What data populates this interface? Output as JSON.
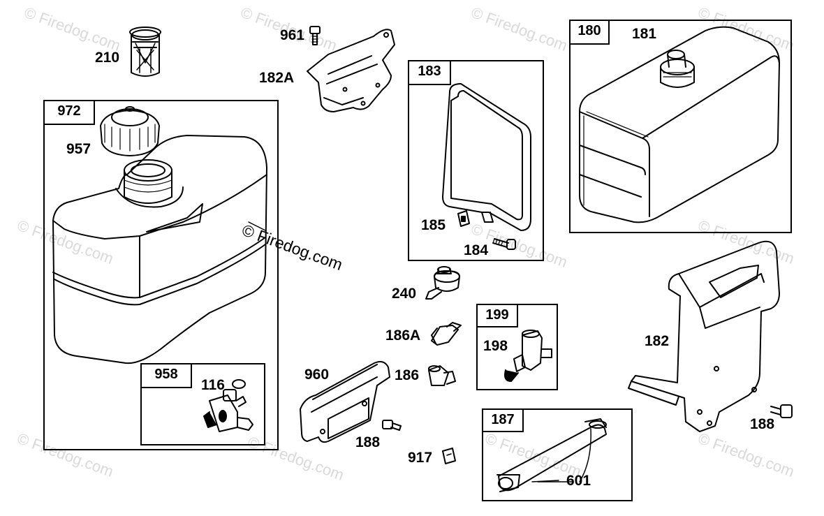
{
  "watermark": {
    "text": "© Firedog.com",
    "main_text": "© Firedog.com"
  },
  "groups": [
    {
      "id": "972",
      "label": "972"
    },
    {
      "id": "958",
      "label": "958"
    },
    {
      "id": "183",
      "label": "183"
    },
    {
      "id": "180",
      "label": "180"
    },
    {
      "id": "199",
      "label": "199"
    },
    {
      "id": "187",
      "label": "187"
    }
  ],
  "parts": {
    "p210": "210",
    "p961": "961",
    "p182A": "182A",
    "p957": "957",
    "p116": "116",
    "p185": "185",
    "p184": "184",
    "p181": "181",
    "p240": "240",
    "p186A": "186A",
    "p186": "186",
    "p198": "198",
    "p960": "960",
    "p188a": "188",
    "p917": "917",
    "p601": "601",
    "p182": "182",
    "p188b": "188"
  }
}
